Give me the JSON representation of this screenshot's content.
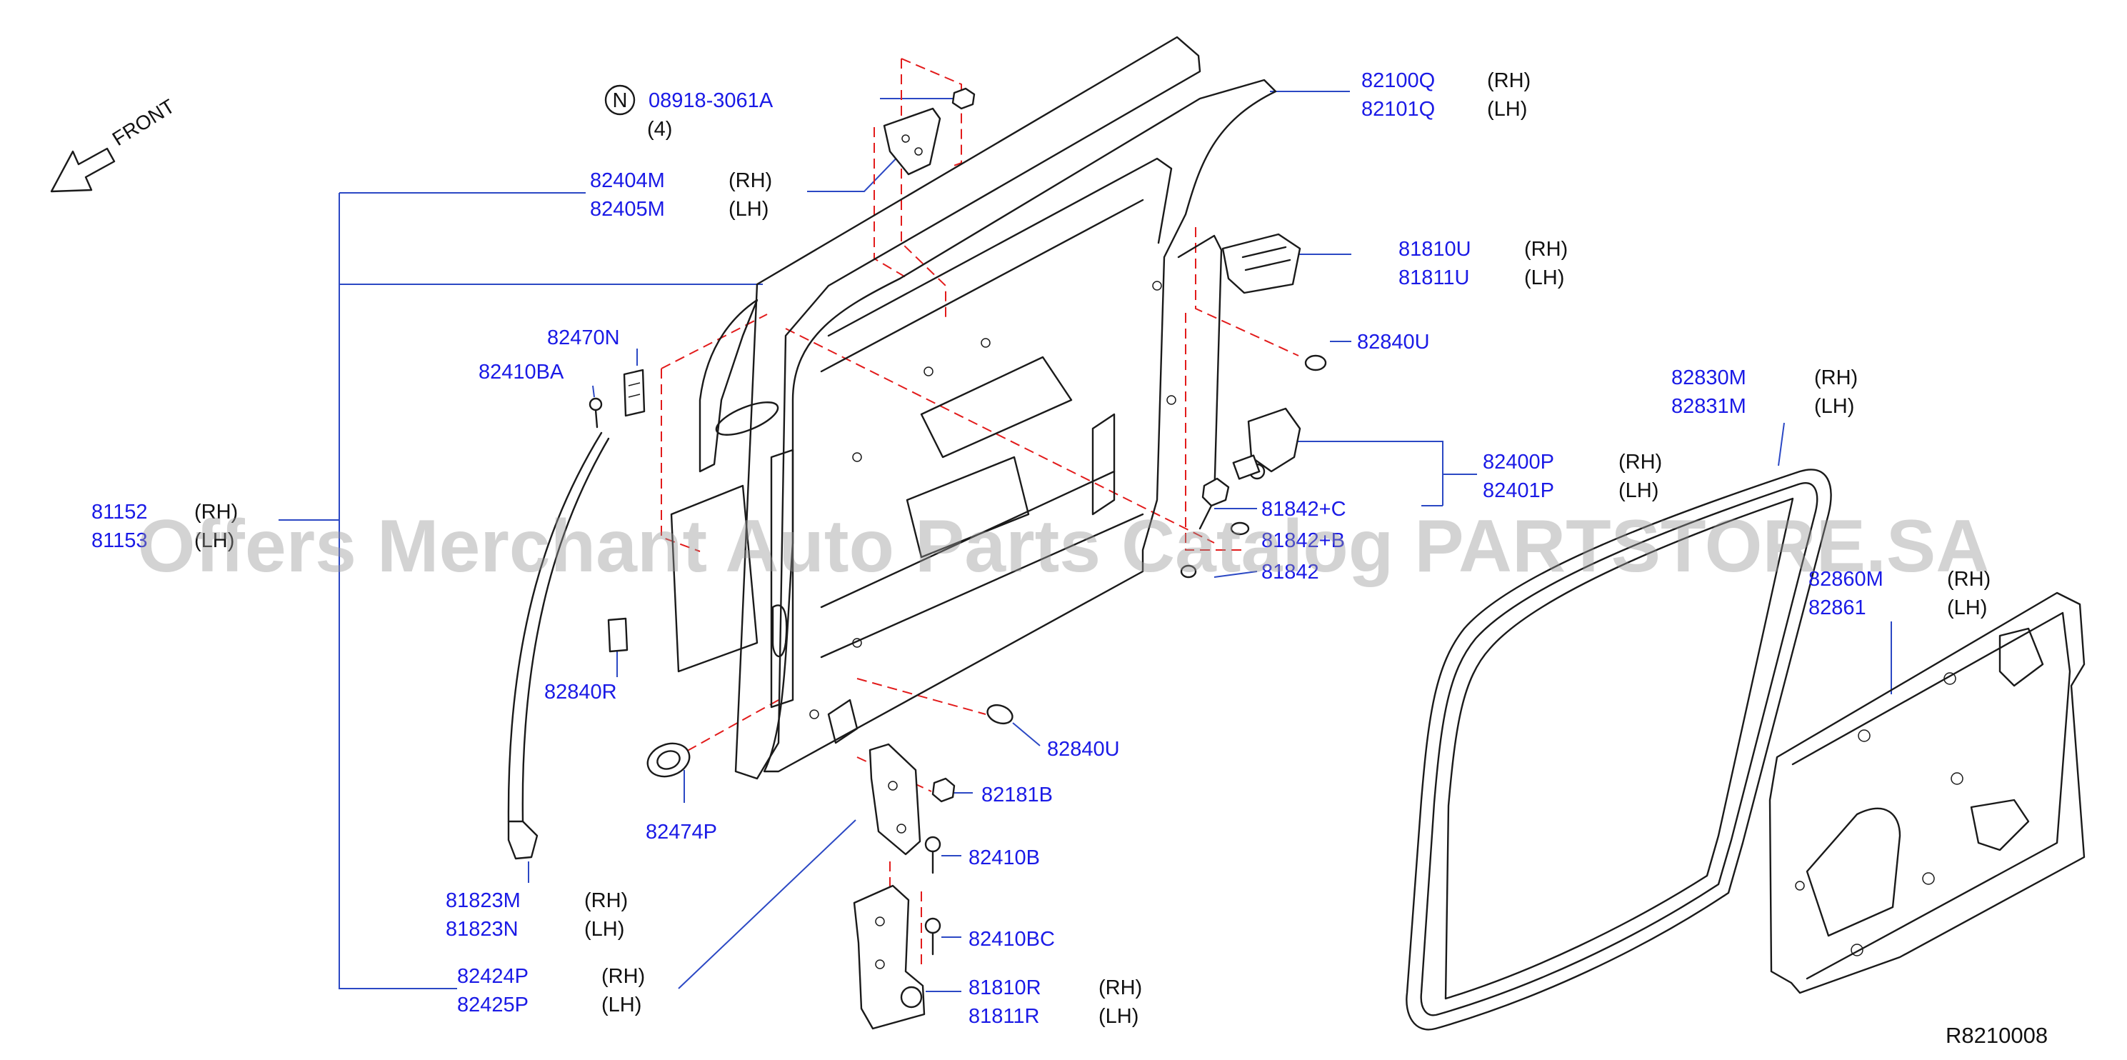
{
  "diagram": {
    "reference_code": "R8210008",
    "direction_label": "FRONT",
    "watermark": "Offers Merchant Auto Parts Catalog PARTSTORE.SA",
    "symbol_letter": "N",
    "callouts": [
      {
        "id": "c08918",
        "numbers": [
          "08918-3061A"
        ],
        "sides": [],
        "note": "(4)"
      },
      {
        "id": "c82100",
        "numbers": [
          "82100Q",
          "82101Q"
        ],
        "sides": [
          "(RH)",
          "(LH)"
        ]
      },
      {
        "id": "c82404",
        "numbers": [
          "82404M",
          "82405M"
        ],
        "sides": [
          "(RH)",
          "(LH)"
        ]
      },
      {
        "id": "c81810u",
        "numbers": [
          "81810U",
          "81811U"
        ],
        "sides": [
          "(RH)",
          "(LH)"
        ]
      },
      {
        "id": "c82840u1",
        "numbers": [
          "82840U"
        ],
        "sides": []
      },
      {
        "id": "c82470n",
        "numbers": [
          "82470N"
        ],
        "sides": []
      },
      {
        "id": "c82410ba",
        "numbers": [
          "82410BA"
        ],
        "sides": []
      },
      {
        "id": "c82830m",
        "numbers": [
          "82830M",
          "82831M"
        ],
        "sides": [
          "(RH)",
          "(LH)"
        ]
      },
      {
        "id": "c82400p",
        "numbers": [
          "82400P",
          "82401P"
        ],
        "sides": [
          "(RH)",
          "(LH)"
        ]
      },
      {
        "id": "c81152",
        "numbers": [
          "81152",
          "81153"
        ],
        "sides": [
          "(RH)",
          "(LH)"
        ]
      },
      {
        "id": "c81842",
        "numbers": [
          "81842+C",
          "81842+B",
          "81842"
        ],
        "sides": []
      },
      {
        "id": "c82860m",
        "numbers": [
          "82860M",
          "82861"
        ],
        "sides": [
          "(RH)",
          "(LH)"
        ]
      },
      {
        "id": "c82840r",
        "numbers": [
          "82840R"
        ],
        "sides": []
      },
      {
        "id": "c82840u2",
        "numbers": [
          "82840U"
        ],
        "sides": []
      },
      {
        "id": "c82181b",
        "numbers": [
          "82181B"
        ],
        "sides": []
      },
      {
        "id": "c82474p",
        "numbers": [
          "82474P"
        ],
        "sides": []
      },
      {
        "id": "c82410b",
        "numbers": [
          "82410B"
        ],
        "sides": []
      },
      {
        "id": "c81823m",
        "numbers": [
          "81823M",
          "81823N"
        ],
        "sides": [
          "(RH)",
          "(LH)"
        ]
      },
      {
        "id": "c82410bc",
        "numbers": [
          "82410BC"
        ],
        "sides": []
      },
      {
        "id": "c82424p",
        "numbers": [
          "82424P",
          "82425P"
        ],
        "sides": [
          "(RH)",
          "(LH)"
        ]
      },
      {
        "id": "c81810r",
        "numbers": [
          "81810R",
          "81811R"
        ],
        "sides": [
          "(RH)",
          "(LH)"
        ]
      }
    ]
  }
}
